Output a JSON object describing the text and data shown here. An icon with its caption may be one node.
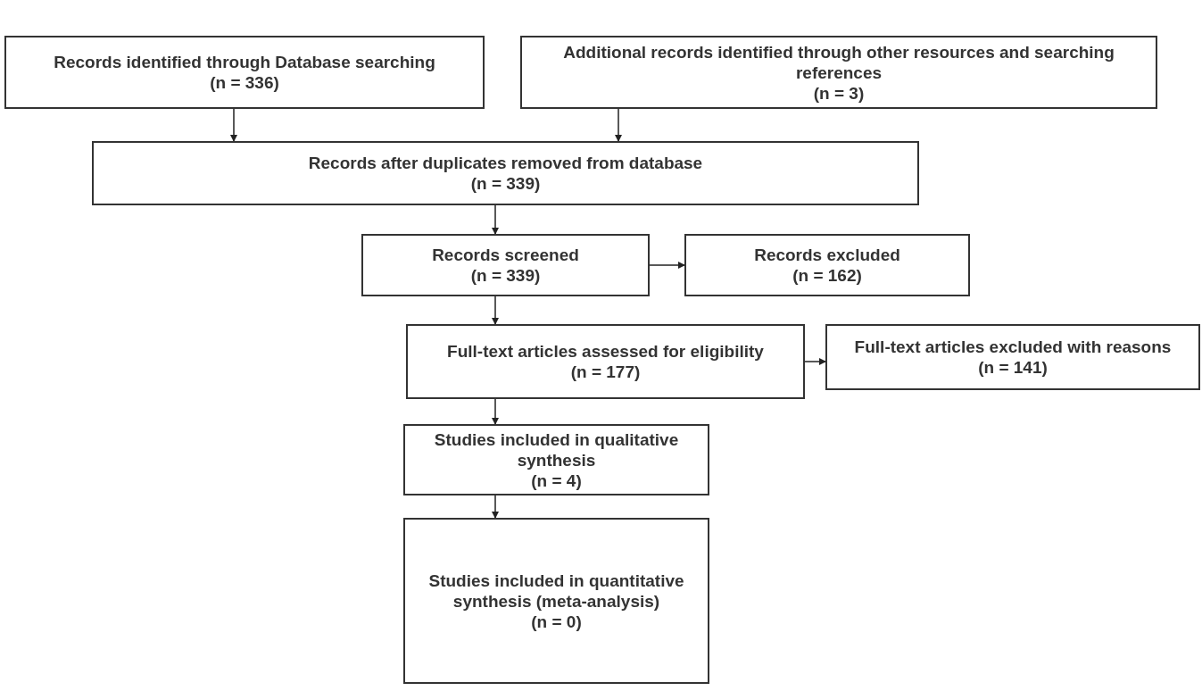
{
  "diagram": {
    "nodes": [
      {
        "text": [
          "Records identified through Database searching",
          "(n = 336)"
        ]
      },
      {
        "text": [
          "Additional records identified through other resources and searching references",
          "(n = 3)"
        ]
      },
      {
        "text": [
          "Records after duplicates removed from database",
          "(n = 339)"
        ]
      },
      {
        "text": [
          "Records screened",
          "(n = 339)"
        ]
      },
      {
        "text": [
          "Records excluded",
          "(n = 162)"
        ]
      },
      {
        "text": [
          "Full-text articles assessed for eligibility",
          "(n = 177)"
        ]
      },
      {
        "text": [
          "Full-text articles excluded with reasons",
          "(n = 141)"
        ]
      },
      {
        "text": [
          "Studies included in qualitative synthesis",
          "(n = 4)"
        ]
      },
      {
        "text": [
          "Studies included in quantitative synthesis (meta-analysis)",
          "(n = 0)"
        ]
      }
    ],
    "edges": [
      {
        "from": 0,
        "to": 2,
        "arrow": "to"
      },
      {
        "from": 1,
        "to": 2,
        "arrow": "to"
      },
      {
        "from": 2,
        "to": 3,
        "arrow": "to"
      },
      {
        "from": 3,
        "to": 4,
        "arrow": "to"
      },
      {
        "from": 3,
        "to": 5,
        "arrow": "to"
      },
      {
        "from": 5,
        "to": 6,
        "arrow": "to"
      },
      {
        "from": 5,
        "to": 7,
        "arrow": "to"
      },
      {
        "from": 7,
        "to": 8,
        "arrow": "to"
      }
    ]
  }
}
